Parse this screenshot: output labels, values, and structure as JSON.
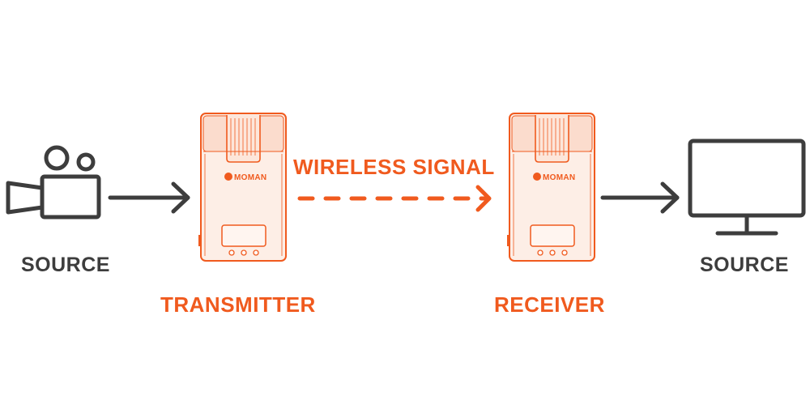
{
  "labels": {
    "source_left": "SOURCE",
    "source_right": "SOURCE",
    "transmitter": "TRANSMITTER",
    "receiver": "RECEIVER",
    "wireless_signal": "WIRELESS SIGNAL",
    "brand": "MOMAN"
  },
  "colors": {
    "accent": "#f05a1e",
    "device_fill": "#fdeee6",
    "dark": "#3d3d3d"
  },
  "icons": {
    "source_left": "video-camera-icon",
    "source_right": "monitor-icon"
  }
}
